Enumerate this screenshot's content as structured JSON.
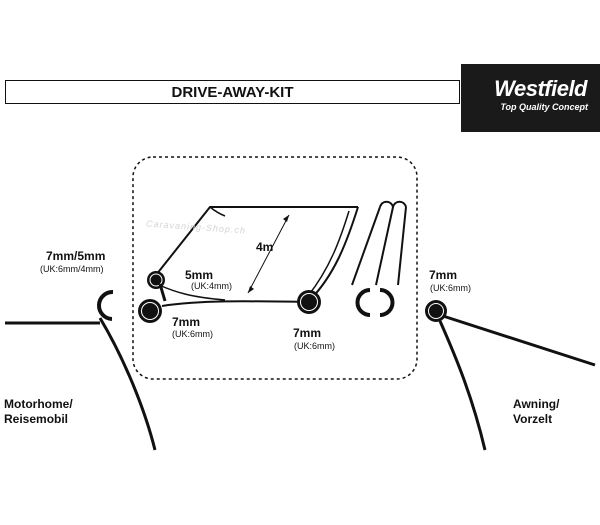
{
  "title": "DRIVE-AWAY-KIT",
  "logo": {
    "name": "Westfield",
    "tagline": "Top Quality Concept"
  },
  "watermark": "Caravaning-Shop.ch",
  "labels": {
    "left_connector": "7mm/5mm",
    "left_connector_uk": "(UK:6mm/4mm)",
    "length": "4m",
    "small_bead": "5mm",
    "small_bead_uk": "(UK:4mm)",
    "bottom_bead": "7mm",
    "bottom_bead_uk": "(UK:6mm)",
    "mid_bead": "7mm",
    "mid_bead_uk": "(UK:6mm)",
    "right_connector": "7mm",
    "right_connector_uk": "(UK:6mm)",
    "left_side_1": "Motorhome/",
    "left_side_2": "Reisemobil",
    "right_side_1": "Awning/",
    "right_side_2": "Vorzelt"
  }
}
